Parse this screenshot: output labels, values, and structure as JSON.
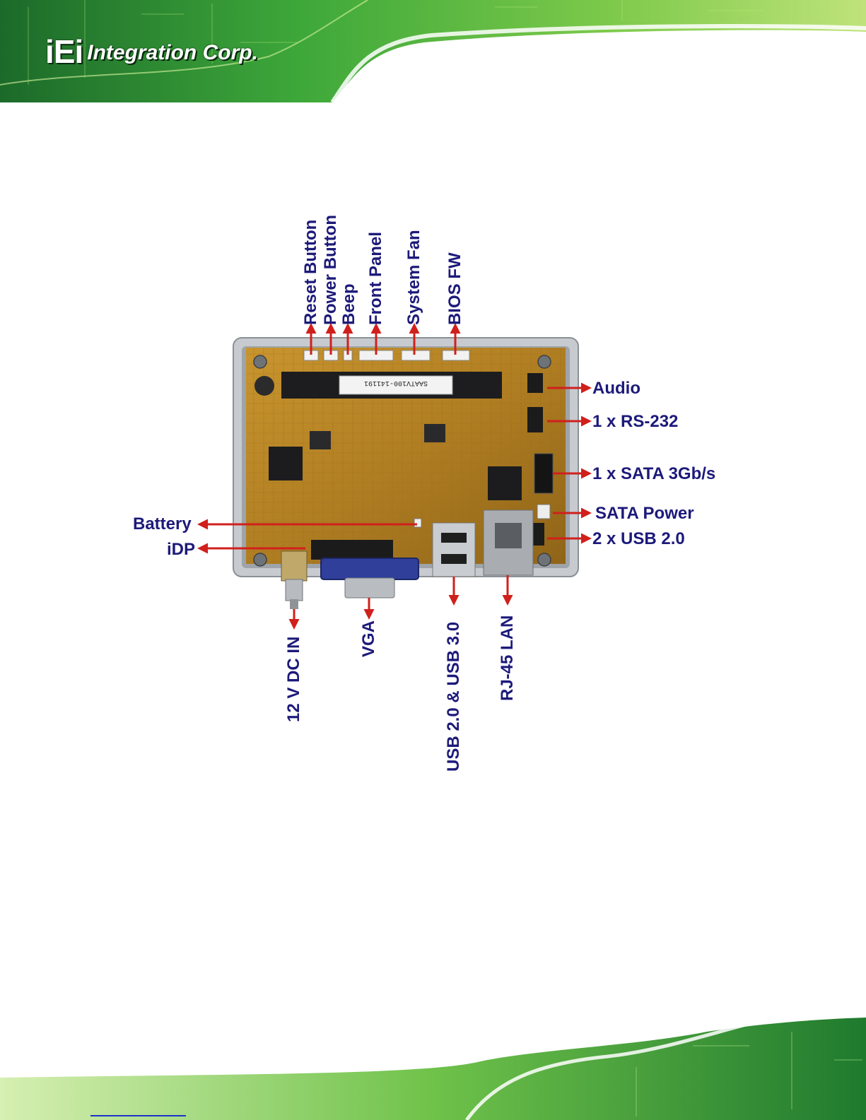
{
  "header": {
    "logo_mark": "iEi",
    "logo_text": "Integration Corp."
  },
  "figure": {
    "board_label": "SAATV100-141191",
    "labels_top": [
      "Reset Button",
      "Power Button",
      "Beep",
      "Front Panel",
      "System Fan",
      "BIOS FW"
    ],
    "labels_right": [
      "Audio",
      "1 x RS-232",
      "1 x SATA 3Gb/s",
      "SATA Power",
      "2 x USB 2.0"
    ],
    "labels_left": [
      "Battery",
      "iDP"
    ],
    "labels_bottom": [
      "12 V DC IN",
      "VGA",
      "USB 2.0 & USB 3.0",
      "RJ-45 LAN"
    ]
  },
  "colors": {
    "label": "#1d1a7a",
    "arrow": "#d0201c",
    "board": "#b8862a",
    "banner_green": "#3fae3a"
  }
}
